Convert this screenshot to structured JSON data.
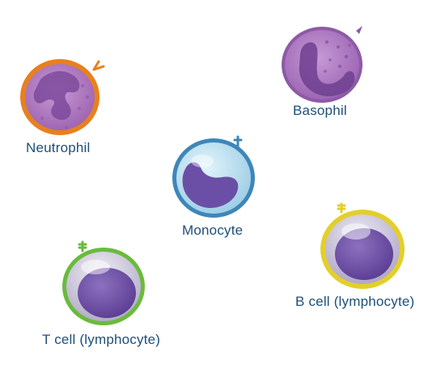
{
  "cells": {
    "neutrophil": {
      "label": "Neutrophil",
      "membrane_color": "#e8801e",
      "cytoplasm_color": "#b07cc0",
      "nucleus_color": "#7d4a9c"
    },
    "basophil": {
      "label": "Basophil",
      "membrane_color": "#8d5aa6",
      "cytoplasm_color": "#a46fb8",
      "nucleus_color": "#6f3f91"
    },
    "monocyte": {
      "label": "Monocyte",
      "membrane_color": "#3e86b8",
      "cytoplasm_color": "#bfe3f2",
      "nucleus_color": "#6b4fa6"
    },
    "b_cell": {
      "label": "B cell (lymphocyte)",
      "membrane_color": "#e3cf2a",
      "cytoplasm_color": "#c9c2d9",
      "nucleus_color": "#6a4ca3"
    },
    "t_cell": {
      "label": "T cell (lymphocyte)",
      "membrane_color": "#6abb3c",
      "cytoplasm_color": "#cdc8dc",
      "nucleus_color": "#6a4ca3"
    }
  }
}
